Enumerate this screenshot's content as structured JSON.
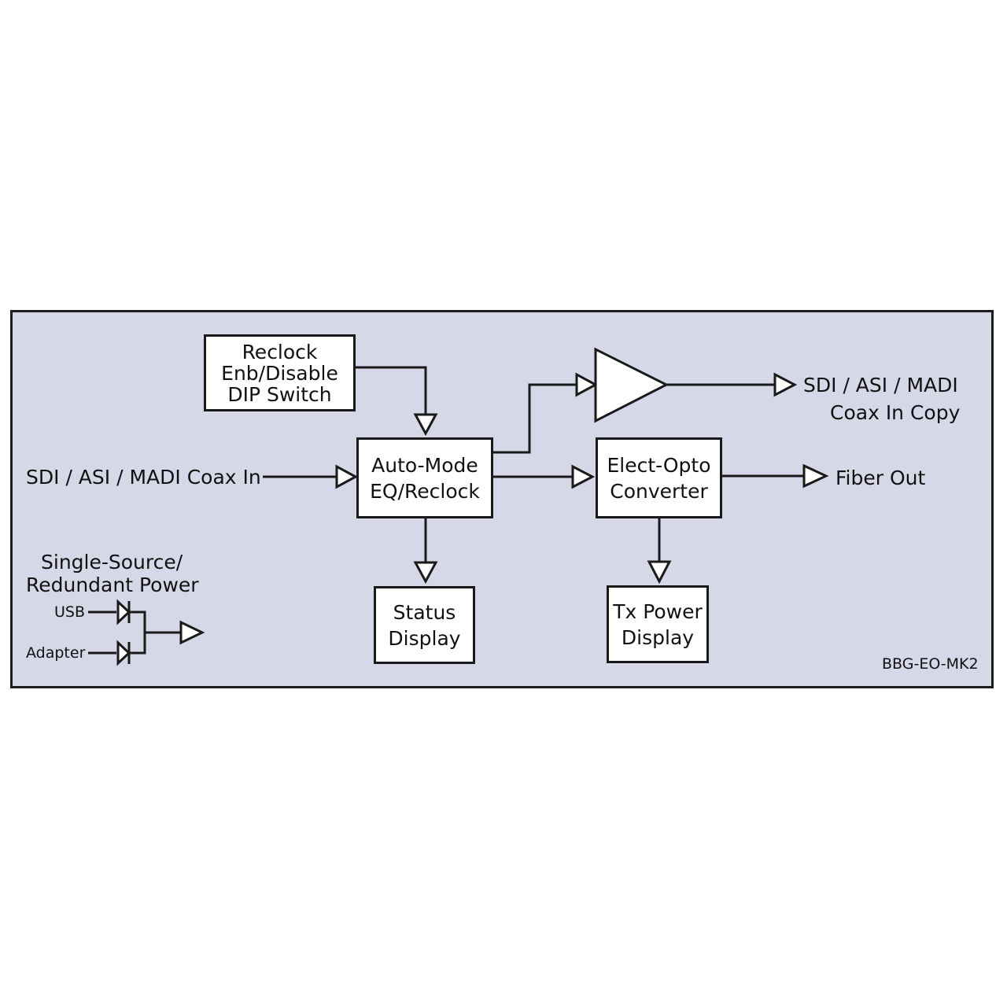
{
  "blocks": {
    "reclock_switch": [
      "Reclock",
      "Enb/Disable",
      "DIP Switch"
    ],
    "eq_reclock": [
      "Auto-Mode",
      "EQ/Reclock"
    ],
    "converter": [
      "Elect-Opto",
      "Converter"
    ],
    "status_display": [
      "Status",
      "Display"
    ],
    "tx_power_display": [
      "Tx Power",
      "Display"
    ]
  },
  "labels": {
    "coax_in": "SDI / ASI / MADI Coax In",
    "coax_copy_line1": "SDI / ASI / MADI",
    "coax_copy_line2": "Coax In Copy",
    "fiber_out": "Fiber Out",
    "power_title_line1": "Single-Source/",
    "power_title_line2": "Redundant Power",
    "usb": "USB",
    "adapter": "Adapter",
    "model": "BBG-EO-MK2"
  },
  "colors": {
    "panel_background": "#d6d8e8",
    "line": "#1a1a1a",
    "block_fill": "#ffffff"
  }
}
